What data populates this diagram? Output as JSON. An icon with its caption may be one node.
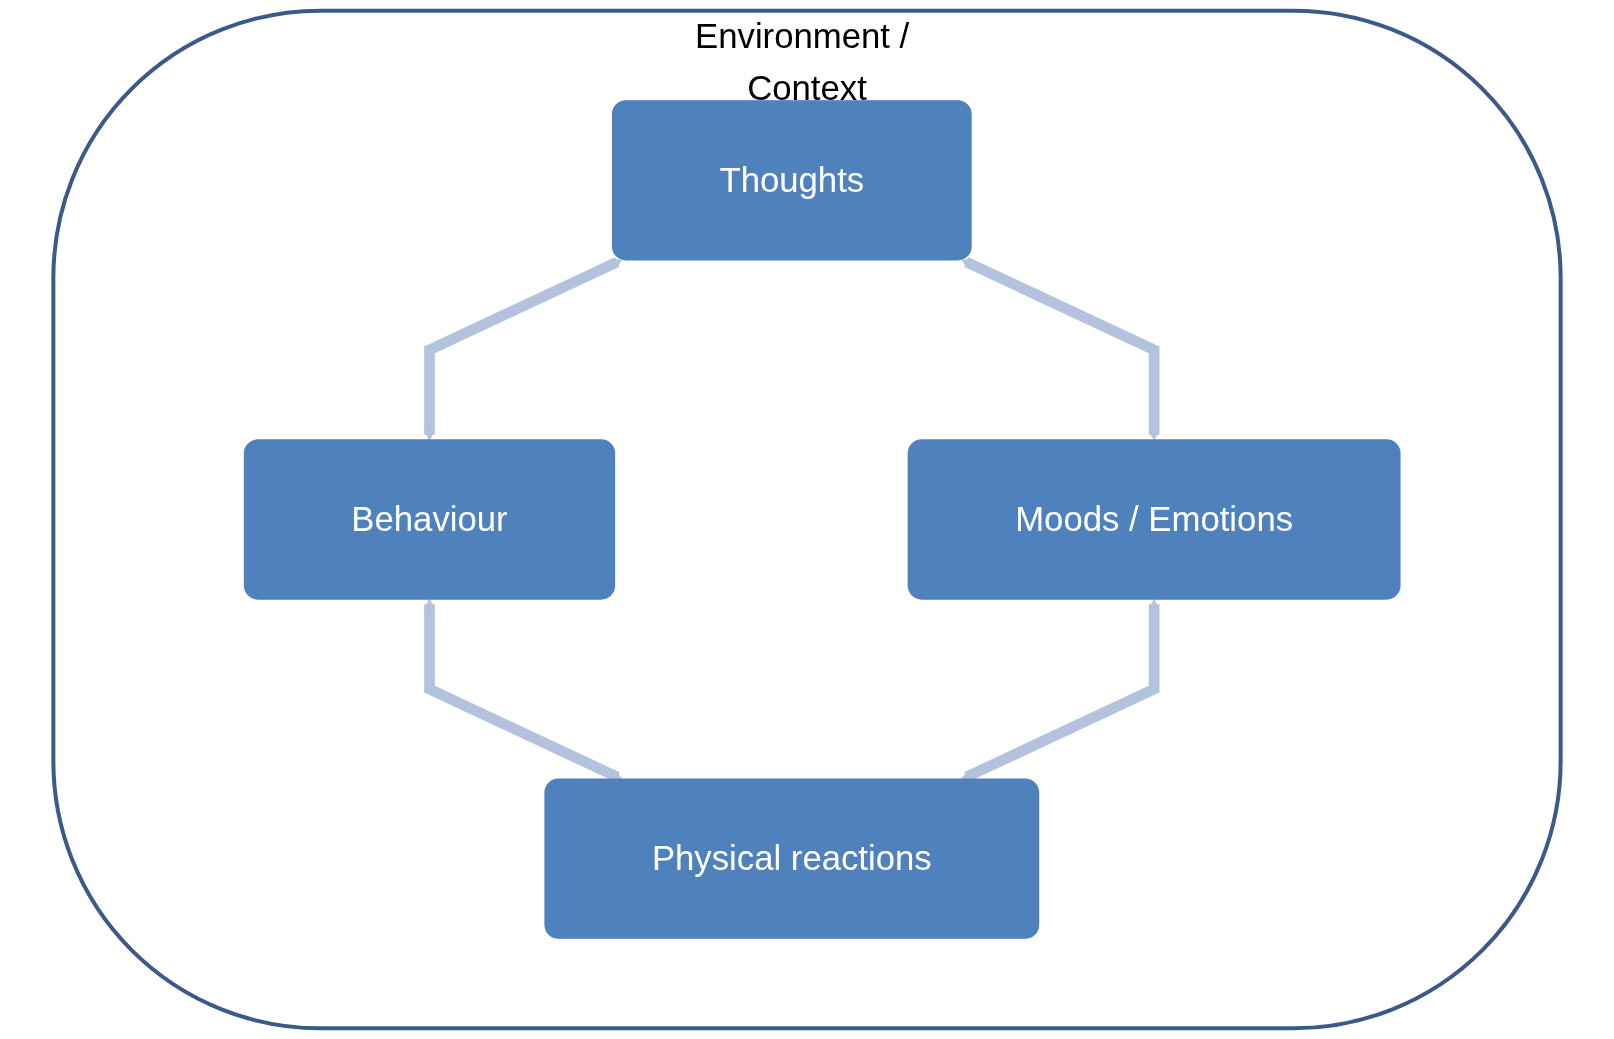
{
  "diagram": {
    "nodes": [
      {
        "text": [
          "Environment / Context"
        ]
      },
      {
        "text": [
          "Thoughts"
        ],
        "in": 0
      },
      {
        "text": [
          "Behaviour"
        ],
        "in": 0
      },
      {
        "text": [
          "Moods / Emotions"
        ],
        "in": 0
      },
      {
        "text": [
          "Physical reactions"
        ],
        "in": 0
      }
    ],
    "edges": [
      {
        "from": 1,
        "to": 2,
        "arrow": "both"
      },
      {
        "from": 1,
        "to": 3,
        "arrow": "both"
      },
      {
        "from": 2,
        "to": 4,
        "arrow": "both"
      },
      {
        "from": 3,
        "to": 4,
        "arrow": "both"
      }
    ]
  }
}
